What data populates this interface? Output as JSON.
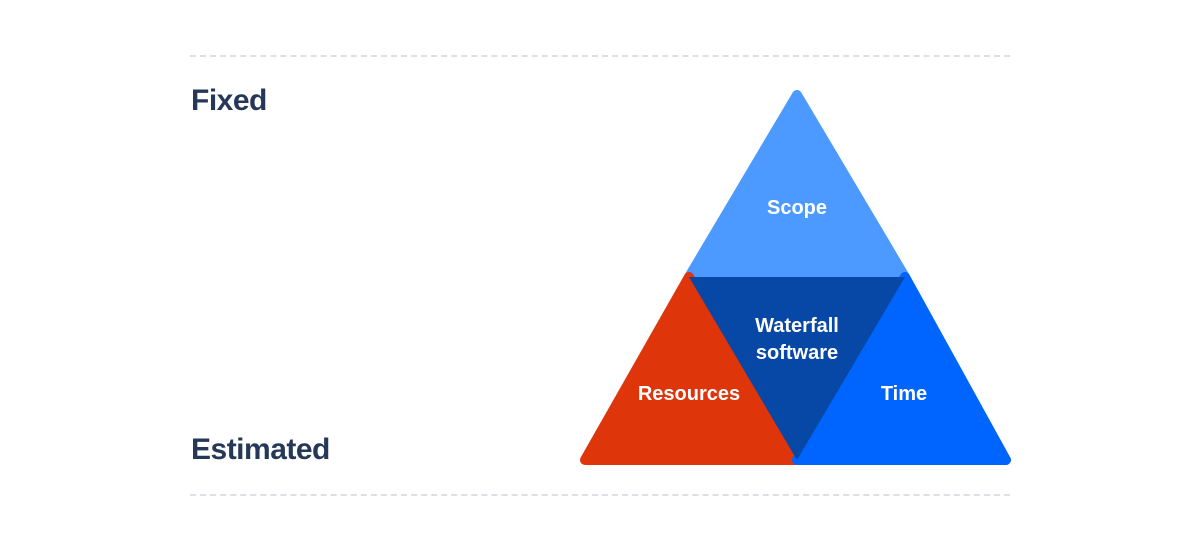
{
  "labels": {
    "top": "Fixed",
    "bottom": "Estimated"
  },
  "triangle": {
    "top": "Scope",
    "center_line1": "Waterfall",
    "center_line2": "software",
    "bottom_left": "Resources",
    "bottom_right": "Time"
  },
  "colors": {
    "scope": "#4c9aff",
    "center": "#0747a6",
    "resources": "#de350b",
    "time": "#0065ff",
    "label_text": "#253858"
  }
}
